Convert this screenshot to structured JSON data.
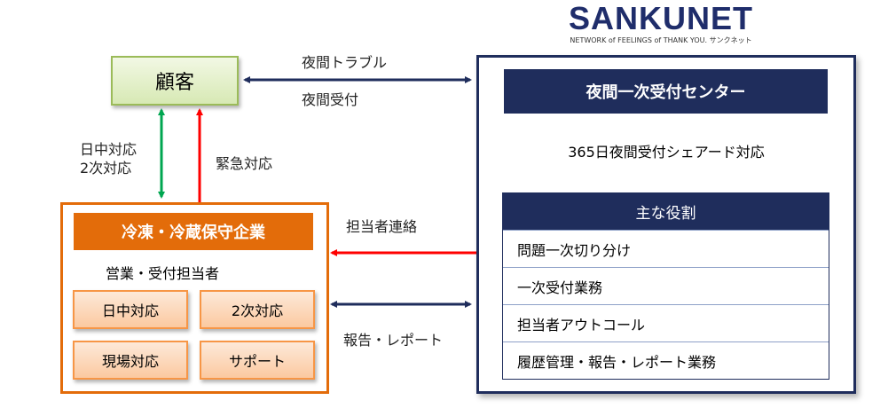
{
  "logo": {
    "name": "SANKUNET",
    "tagline": "NETWORK of FEELINGS of THANK YOU.  サンクネット"
  },
  "customer": {
    "label": "顧客"
  },
  "arrows": {
    "night_trouble": "夜間トラブル",
    "night_reception": "夜間受付",
    "daytime": "日中対応",
    "secondary": "2次対応",
    "emergency": "緊急対応",
    "contact": "担当者連絡",
    "report": "報告・レポート"
  },
  "center": {
    "title": "夜間一次受付センター",
    "subtitle": "365日夜間受付シェアード対応",
    "roles_header": "主な役割",
    "roles": [
      "問題一次切り分け",
      "一次受付業務",
      "担当者アウトコール",
      "履歴管理・報告・レポート業務"
    ]
  },
  "company": {
    "title": "冷凍・冷蔵保守企業",
    "subtitle": "営業・受付担当者",
    "items": [
      "日中対応",
      "2次対応",
      "現場対応",
      "サポート"
    ]
  },
  "colors": {
    "navy": "#1f2d5c",
    "orange": "#e36c0a",
    "green": "#00a650",
    "red": "#ff0000"
  }
}
